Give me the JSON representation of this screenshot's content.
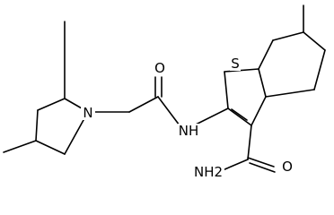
{
  "molecule": {
    "atom_labels": {
      "piperidine_n": "N",
      "amide_o": "O",
      "amide_nh": "NH",
      "thiophene_s": "S",
      "carboxamide_o": "O",
      "carboxamide_nh2": "NH2"
    },
    "colors": {
      "bond": "#000000",
      "text": "#000000",
      "background": "#ffffff"
    }
  }
}
